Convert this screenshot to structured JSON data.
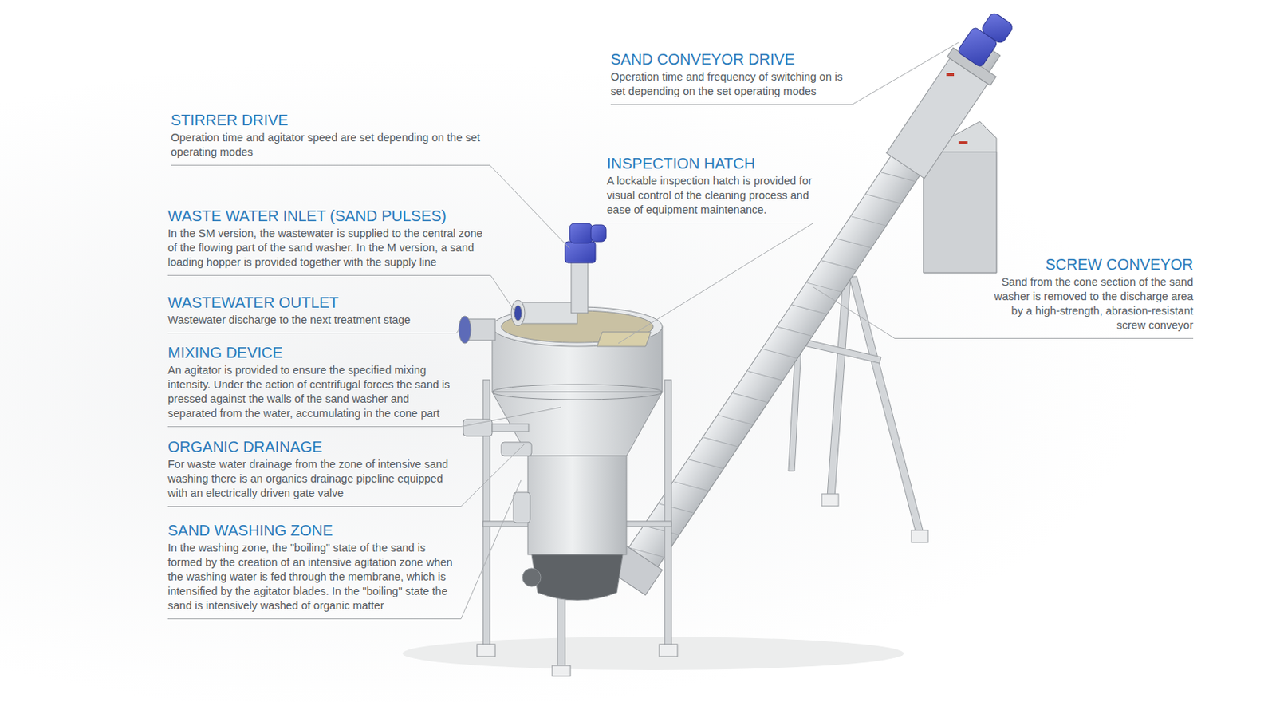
{
  "diagram": {
    "labels": [
      "SAND CONVEYOR DRIVE",
      "Operation time and frequency of switching on is set depending on the set operating modes",
      "STIRRER DRIVE",
      "Operation time and agitator speed are set depending on the set operating modes",
      "INSPECTION HATCH",
      "A lockable inspection hatch is provided for visual control of the cleaning process and ease of equipment maintenance.",
      "WASTE WATER INLET (SAND PULSES)",
      "In the SM version, the wastewater is supplied to the central zone of the flowing part of the sand washer. In the M version, a sand loading hopper is provided together with the supply line",
      "SCREW CONVEYOR",
      "Sand from the cone section of the sand washer is removed to the discharge area by a high-strength, abrasion-resistant screw conveyor",
      "WASTEWATER OUTLET",
      "Wastewater discharge to the next treatment stage",
      "MIXING DEVICE",
      "An agitator is provided to ensure the specified mixing intensity. Under the action of centrifugal forces the sand is pressed against the walls of the sand washer and separated from the water, accumulating in the cone part",
      "ORGANIC DRAINAGE",
      "For waste water drainage from the zone of intensive sand washing there is an organics drainage pipeline equipped with an electrically driven gate valve",
      "SAND WASHING ZONE",
      "In the washing zone, the \"boiling\" state of the sand is formed by the creation of an intensive agitation zone when the washing water is fed through the membrane, which is intensified by the agitator blades. In the \"boiling\" state the sand is intensively washed of organic matter"
    ]
  }
}
